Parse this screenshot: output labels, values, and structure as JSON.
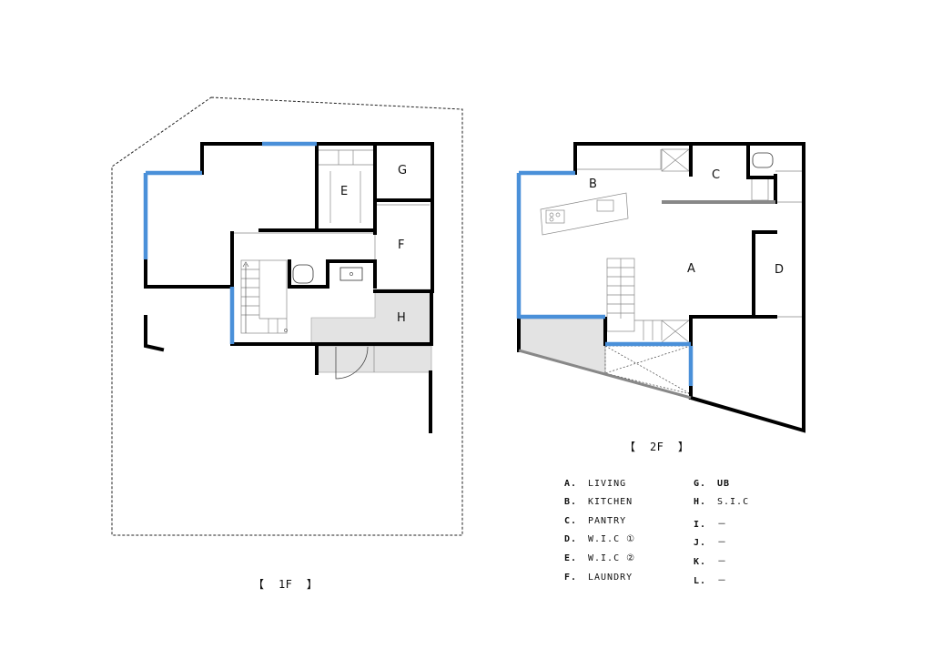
{
  "floors": {
    "first": {
      "label": "【  1F  】",
      "rooms": {
        "E": "E",
        "F": "F",
        "G": "G",
        "H": "H"
      }
    },
    "second": {
      "label": "【  2F  】",
      "rooms": {
        "A": "A",
        "B": "B",
        "C": "C",
        "D": "D"
      }
    }
  },
  "legend": {
    "left": [
      {
        "key": "A.",
        "name": "LIVING"
      },
      {
        "key": "B.",
        "name": "KITCHEN"
      },
      {
        "key": "C.",
        "name": "PANTRY"
      },
      {
        "key": "D.",
        "name": "W.I.C ①"
      },
      {
        "key": "E.",
        "name": "W.I.C ②"
      },
      {
        "key": "F.",
        "name": "LAUNDRY"
      }
    ],
    "right": [
      {
        "key": "G.",
        "name": "UB"
      },
      {
        "key": "H.",
        "name": "S.I.C"
      },
      {
        "key": "I.",
        "name": "－"
      },
      {
        "key": "J.",
        "name": "－"
      },
      {
        "key": "K.",
        "name": "－"
      },
      {
        "key": "L.",
        "name": "－"
      }
    ]
  },
  "colors": {
    "wall": "#000000",
    "window": "#4a90d9",
    "shade": "#e3e3e3"
  }
}
